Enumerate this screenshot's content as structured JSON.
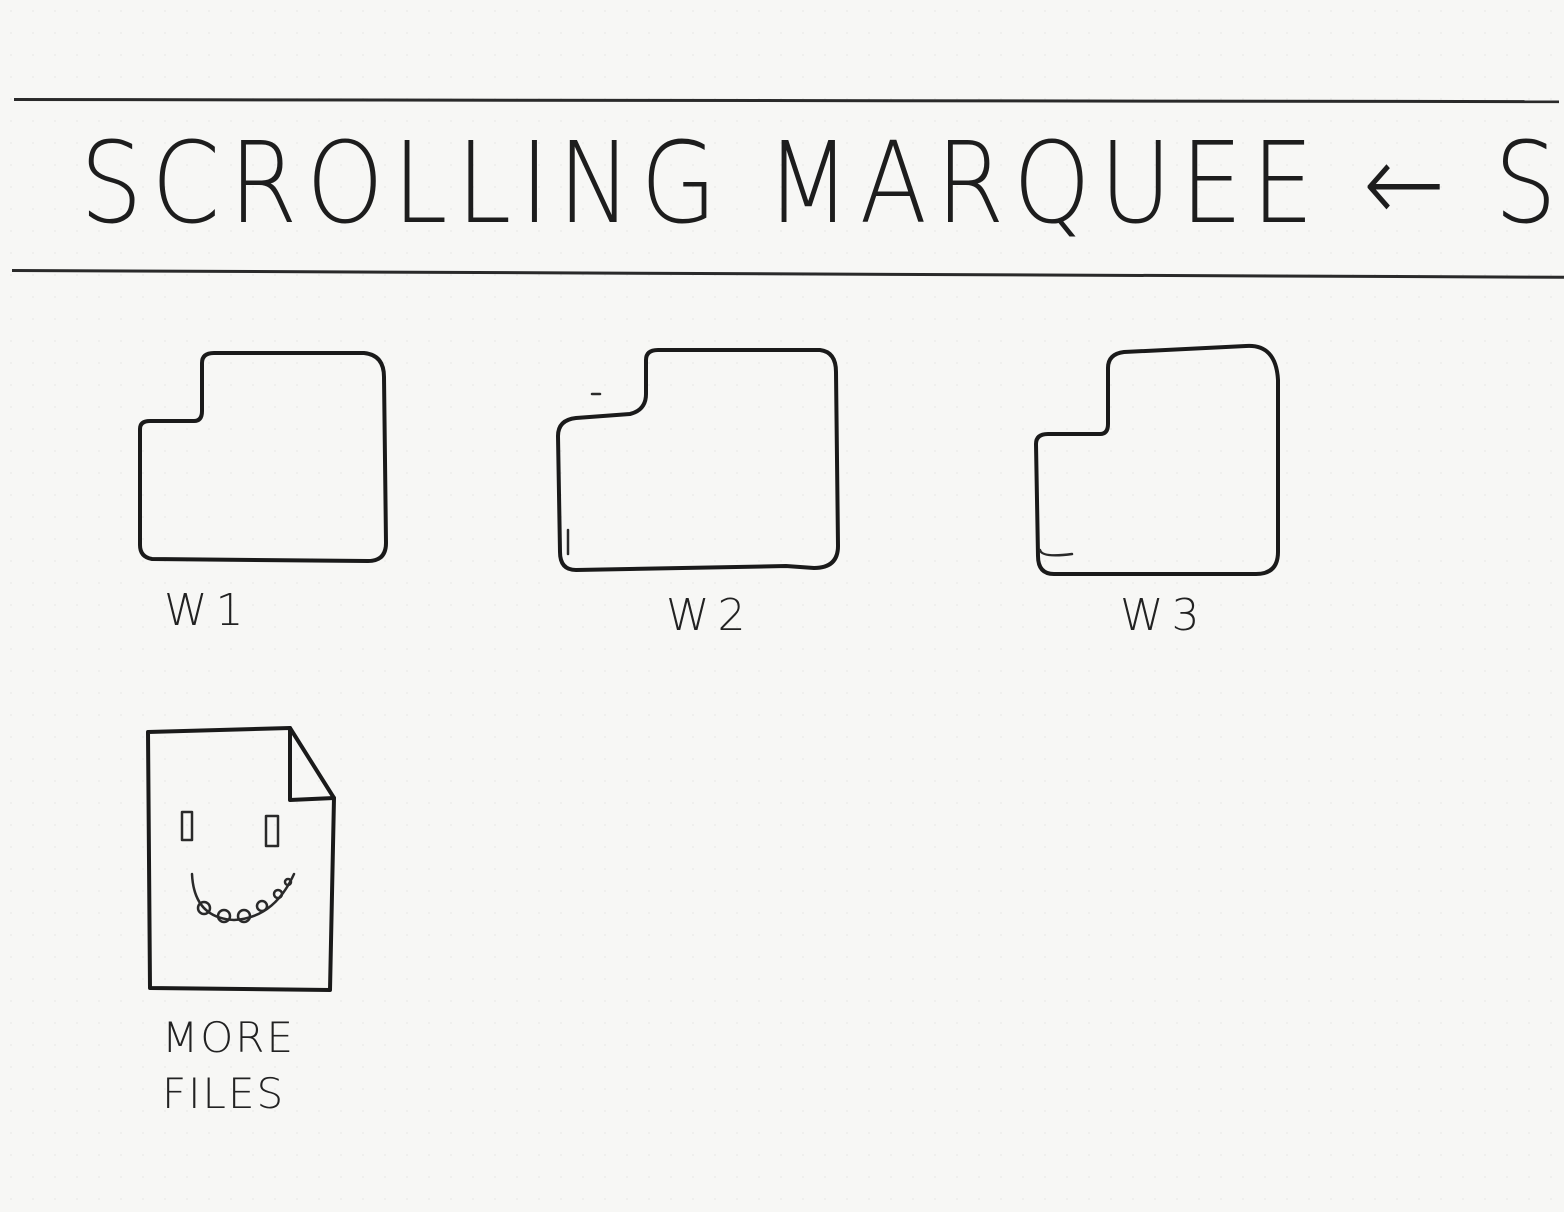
{
  "header": {
    "marquee_text": "SCROLLING MARQUEE ← SCRO"
  },
  "folders": [
    {
      "label": "W1",
      "icon": "folder-icon"
    },
    {
      "label": "W2",
      "icon": "folder-icon"
    },
    {
      "label": "W3",
      "icon": "folder-icon"
    }
  ],
  "more_files": {
    "label": "MORE FILES",
    "icon": "smiley-file-icon"
  }
}
